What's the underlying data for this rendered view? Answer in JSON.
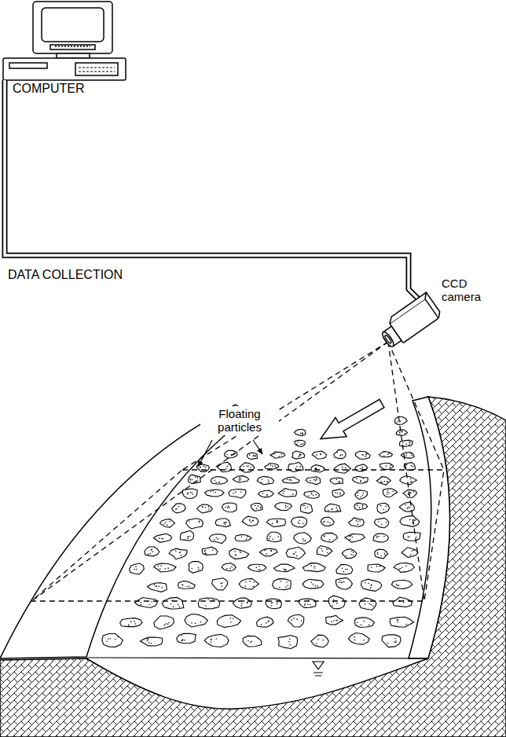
{
  "diagram": {
    "labels": [
      "COMPUTER",
      "DATA COLLECTION",
      "CCD camera",
      "Floating particles"
    ]
  }
}
